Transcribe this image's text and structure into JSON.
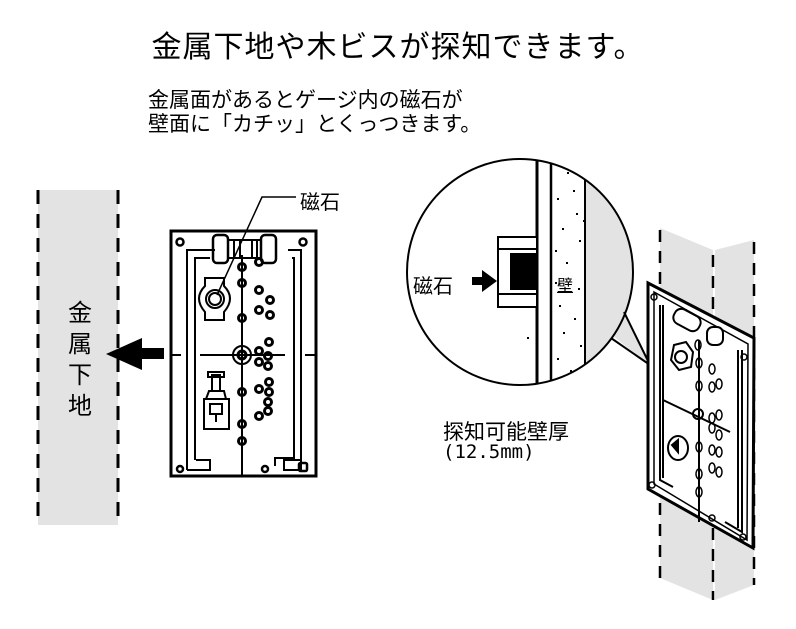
{
  "headline": "金属下地や木ビスが探知できます。",
  "description": {
    "line1": "金属面があるとゲージ内の磁石が",
    "line2": "壁面に「カチッ」とくっつきます。"
  },
  "left_figure": {
    "stud_label": "金属下地",
    "magnet_callout": "磁石"
  },
  "zoom_figure": {
    "magnet_label": "磁石",
    "wall_label": "壁"
  },
  "detectable_thickness": {
    "label": "探知可能壁厚",
    "value": "(12.5mm)"
  },
  "colors": {
    "stud_fill": "#e3e3e3",
    "line": "#000000",
    "background": "#ffffff"
  }
}
